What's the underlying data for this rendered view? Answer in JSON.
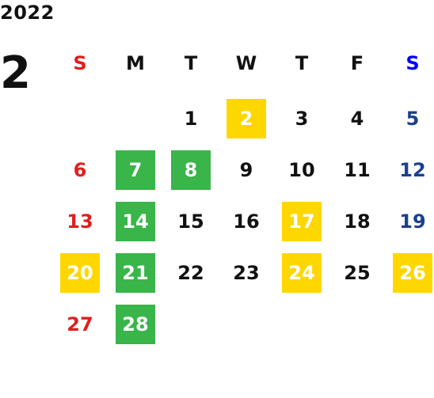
{
  "year": "2022",
  "month": "2",
  "weekdays": [
    "S",
    "M",
    "T",
    "W",
    "T",
    "F",
    "S"
  ],
  "days": [
    {
      "label": "1",
      "col": 2,
      "week": 0
    },
    {
      "label": "2",
      "col": 3,
      "week": 0,
      "highlight": "yellow"
    },
    {
      "label": "3",
      "col": 4,
      "week": 0
    },
    {
      "label": "4",
      "col": 5,
      "week": 0
    },
    {
      "label": "5",
      "col": 6,
      "week": 0
    },
    {
      "label": "6",
      "col": 0,
      "week": 1
    },
    {
      "label": "7",
      "col": 1,
      "week": 1,
      "highlight": "green"
    },
    {
      "label": "8",
      "col": 2,
      "week": 1,
      "highlight": "green"
    },
    {
      "label": "9",
      "col": 3,
      "week": 1
    },
    {
      "label": "10",
      "col": 4,
      "week": 1
    },
    {
      "label": "11",
      "col": 5,
      "week": 1
    },
    {
      "label": "12",
      "col": 6,
      "week": 1
    },
    {
      "label": "13",
      "col": 0,
      "week": 2
    },
    {
      "label": "14",
      "col": 1,
      "week": 2,
      "highlight": "green"
    },
    {
      "label": "15",
      "col": 2,
      "week": 2
    },
    {
      "label": "16",
      "col": 3,
      "week": 2
    },
    {
      "label": "17",
      "col": 4,
      "week": 2,
      "highlight": "yellow"
    },
    {
      "label": "18",
      "col": 5,
      "week": 2
    },
    {
      "label": "19",
      "col": 6,
      "week": 2
    },
    {
      "label": "20",
      "col": 0,
      "week": 3,
      "highlight": "yellow"
    },
    {
      "label": "21",
      "col": 1,
      "week": 3,
      "highlight": "green"
    },
    {
      "label": "22",
      "col": 2,
      "week": 3
    },
    {
      "label": "23",
      "col": 3,
      "week": 3
    },
    {
      "label": "24",
      "col": 4,
      "week": 3,
      "highlight": "yellow"
    },
    {
      "label": "25",
      "col": 5,
      "week": 3
    },
    {
      "label": "26",
      "col": 6,
      "week": 3,
      "highlight": "yellow"
    },
    {
      "label": "27",
      "col": 0,
      "week": 4
    },
    {
      "label": "28",
      "col": 1,
      "week": 4,
      "highlight": "green"
    }
  ],
  "colors": {
    "sunday_text": "#e01e1e",
    "saturday_text": "#1c3f8f",
    "saturday_header": "#0000ff",
    "highlight_yellow": "#ffd700",
    "highlight_green": "#39b54a",
    "highlight_text": "#ffffff",
    "default_text": "#111111"
  }
}
